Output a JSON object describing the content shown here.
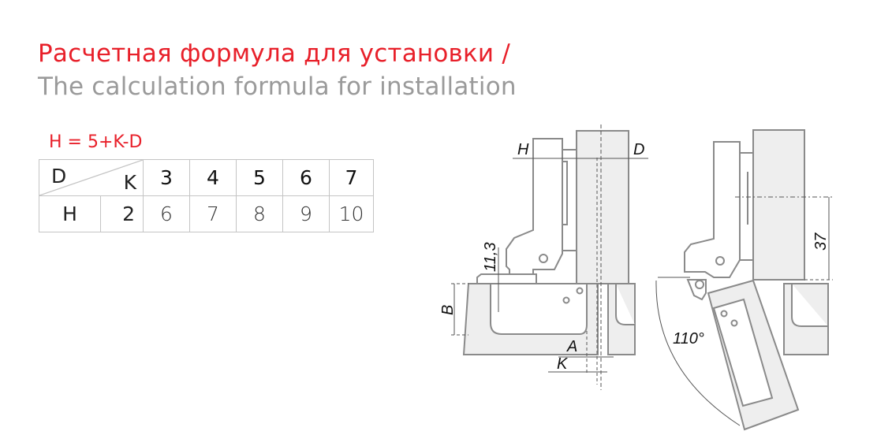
{
  "title_ru": "Расчетная формула для установки /",
  "title_en": "The calculation formula for installation",
  "formula": "H = 5+K-D",
  "table": {
    "corner_row_label": "D",
    "corner_col_label": "K",
    "k_values": [
      "3",
      "4",
      "5",
      "6",
      "7"
    ],
    "row_label": "H",
    "d_value": "2",
    "h_values": [
      "6",
      "7",
      "8",
      "9",
      "10"
    ]
  },
  "diagram": {
    "label_h": "H",
    "label_d": "D",
    "label_113": "11,3",
    "label_b": "B",
    "label_a": "A",
    "label_k": "K",
    "label_37": "37",
    "label_angle": "110°"
  },
  "colors": {
    "accent": "#e8202a",
    "subtitle": "#9a9a9a",
    "line": "#8a8a8a",
    "fill": "#eeeeee"
  }
}
